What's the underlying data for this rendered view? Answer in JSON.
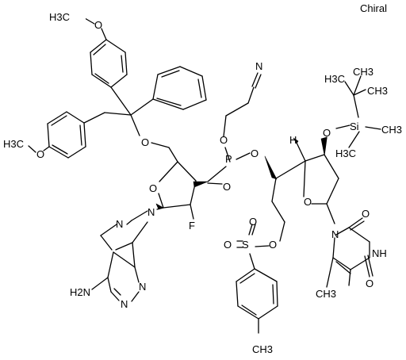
{
  "molecule": {
    "stereo_flag": "Chiral",
    "labels": {
      "methoxy_top": "H3C",
      "methoxy_top_o": "O",
      "methoxy_left": "H3C",
      "methoxy_left_o": "O",
      "trityl_o": "O",
      "ring1_o": "O",
      "fluorine": "F",
      "phos_p": "P",
      "phos_o_left": "O",
      "phos_o_top": "O",
      "phos_o_right": "O",
      "nitrile_n": "N",
      "ring2_o": "O",
      "stereo_h": "H",
      "silyl_o": "O",
      "silicon": "Si",
      "ch3_a": "CH3",
      "ch3_b": "CH3",
      "h3c_c": "H3C",
      "h3c_d": "H3C",
      "ch3_e": "CH3",
      "adenine_n9": "N",
      "adenine_n7": "N",
      "adenine_n3": "N",
      "adenine_n1": "N",
      "amine": "H2N",
      "sulfonyl_s": "S",
      "sulfonyl_o1": "O",
      "sulfonyl_o2": "O",
      "ester_o": "O",
      "tolyl_ch3": "CH3",
      "thymine_n1": "N",
      "thymine_nh": "NH",
      "thymine_o2": "O",
      "thymine_o4": "O",
      "thymine_ch3": "CH3"
    }
  }
}
